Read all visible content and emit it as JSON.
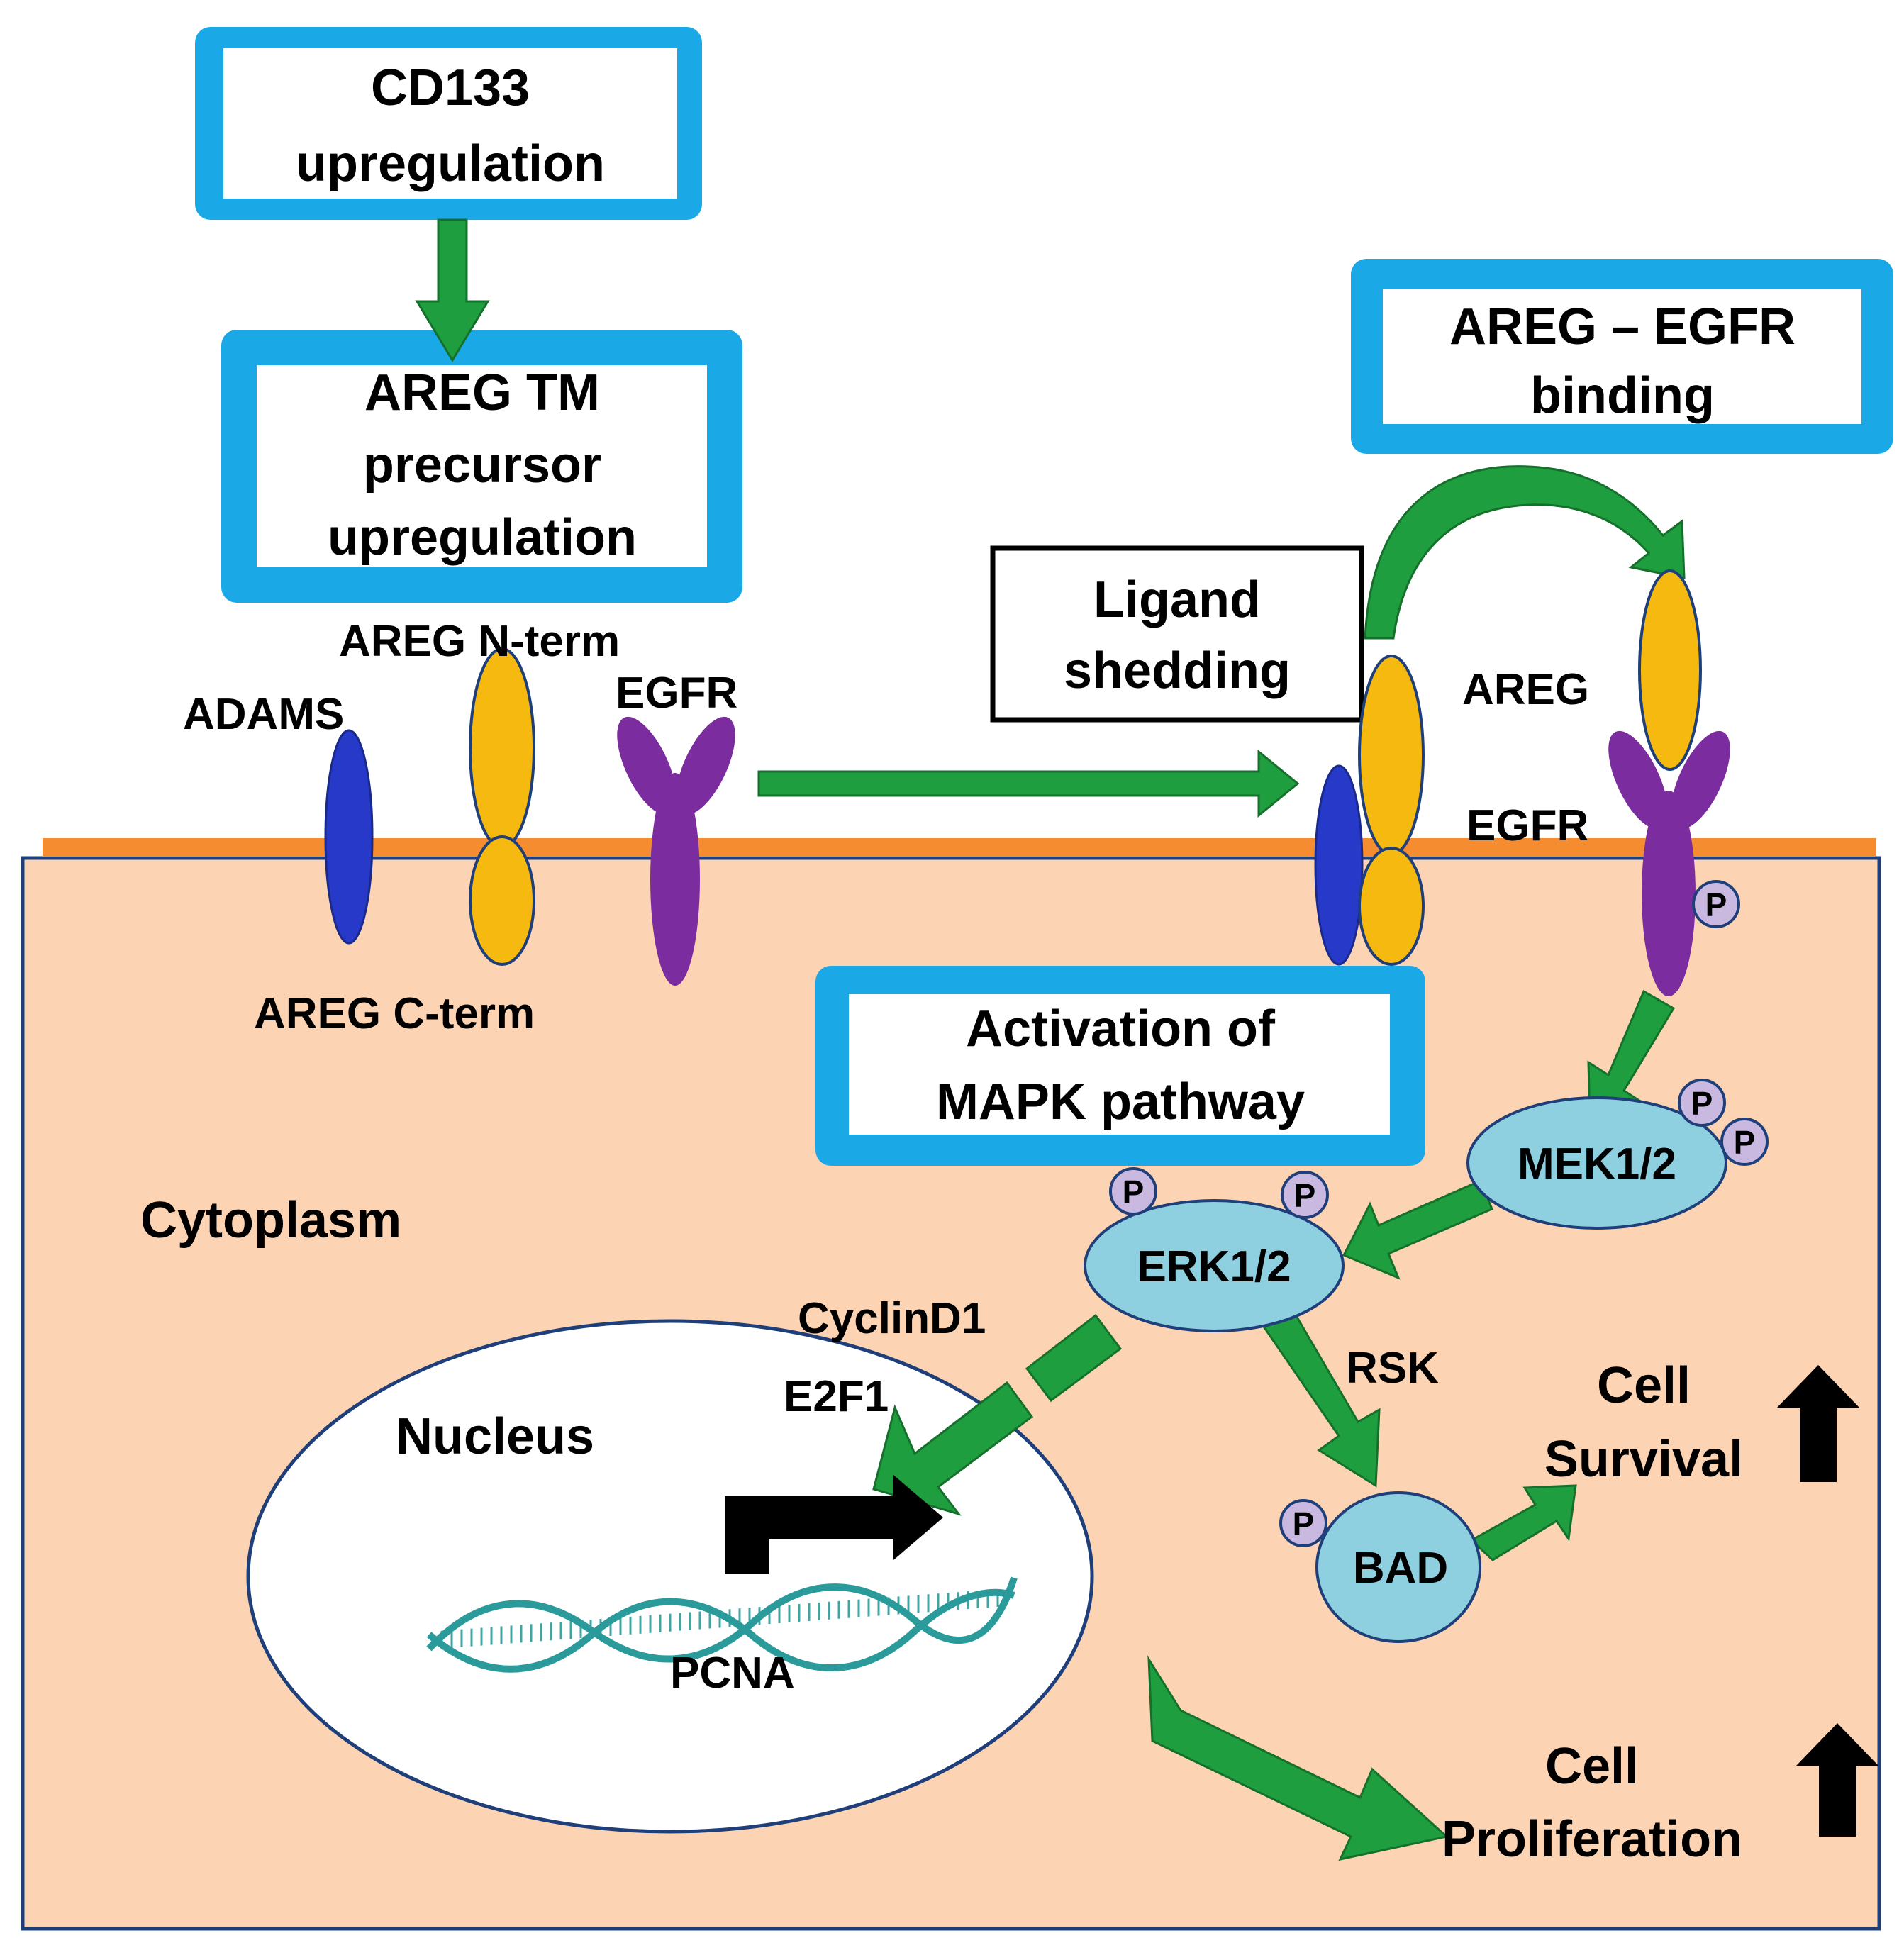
{
  "boxes": {
    "cd133": [
      "CD133",
      "upregulation"
    ],
    "areg_tm": [
      "AREG TM",
      "precursor",
      "upregulation"
    ],
    "areg_egfr": [
      "AREG – EGFR",
      "binding"
    ],
    "ligand": [
      "Ligand",
      "shedding"
    ],
    "mapk": [
      "Activation of",
      "MAPK pathway"
    ]
  },
  "labels": {
    "adams": "ADAMS",
    "areg_nterm": "AREG N-term",
    "egfr_left": "EGFR",
    "areg_cterm": "AREG C-term",
    "areg_right": "AREG",
    "egfr_right": "EGFR",
    "cytoplasm": "Cytoplasm",
    "nucleus": "Nucleus",
    "cyclind1": "CyclinD1",
    "e2f1": "E2F1",
    "pcna": "PCNA",
    "rsk": "RSK",
    "cell_survival": [
      "Cell",
      "Survival"
    ],
    "cell_proliferation": [
      "Cell",
      "Proliferation"
    ]
  },
  "nodes": {
    "mek": "MEK1/2",
    "erk": "ERK1/2",
    "bad": "BAD"
  },
  "phospho": "P",
  "colors": {
    "box_border": "#1aa9e6",
    "arrow_green": "#1f9e3f",
    "cytoplasm_fill": "#fdd4b3",
    "membrane": "#f58c2f",
    "adams_blue": "#2639c9",
    "areg_yellow": "#f6b90f",
    "egfr_purple": "#7b2c9e",
    "node_blue": "#8fd0e0",
    "phospho_fill": "#c9b8e0"
  }
}
